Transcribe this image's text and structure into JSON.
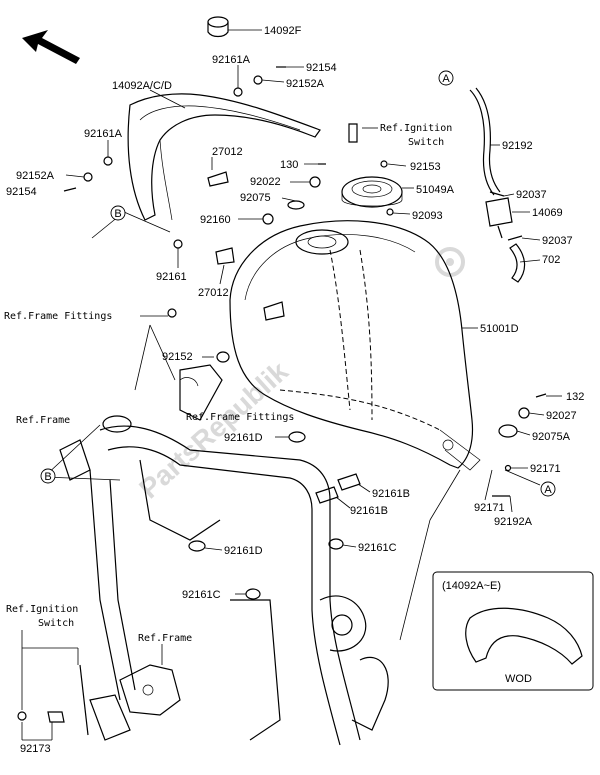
{
  "labels": {
    "p14092f": "14092F",
    "p92161a_top": "92161A",
    "p92154_top": "92154",
    "p92152a_top": "92152A",
    "p14092acd": "14092A/C/D",
    "p92161a_left": "92161A",
    "p92152a_left": "92152A",
    "p92154_left": "92154",
    "p27012_top": "27012",
    "p130": "130",
    "p92022": "92022",
    "p92153": "92153",
    "p92075": "92075",
    "p51049a": "51049A",
    "p92160": "92160",
    "p92093": "92093",
    "p92161": "92161",
    "p27012_mid": "27012",
    "p92152": "92152",
    "p51001d": "51001D",
    "p92192": "92192",
    "p92037_a": "92037",
    "p14069": "14069",
    "p92037_b": "92037",
    "p702": "702",
    "p132": "132",
    "p92027": "92027",
    "p92161d_top": "92161D",
    "p92075a": "92075A",
    "p92171_a": "92171",
    "p92171_b": "92171",
    "p92161b_a": "92161B",
    "p92161b_b": "92161B",
    "p92192a": "92192A",
    "p92161d_bot": "92161D",
    "p92161c_a": "92161C",
    "p92161c_b": "92161C",
    "p92173": "92173"
  },
  "refs": {
    "ignition_top_1": "Ref.Ignition",
    "ignition_top_2": "Switch",
    "frame_fittings_1": "Ref.Frame Fittings",
    "frame_fittings_2": "Ref.Frame Fittings",
    "frame_1": "Ref.Frame",
    "ignition_bot_1": "Ref.Ignition",
    "ignition_bot_2": "Switch",
    "frame_2": "Ref.Frame"
  },
  "callouts": {
    "a1": "A",
    "a2": "A",
    "b1": "B",
    "b2": "B"
  },
  "inset": {
    "title": "(14092A~E)",
    "caption": "WOD"
  },
  "watermark": "PartsRepublik"
}
